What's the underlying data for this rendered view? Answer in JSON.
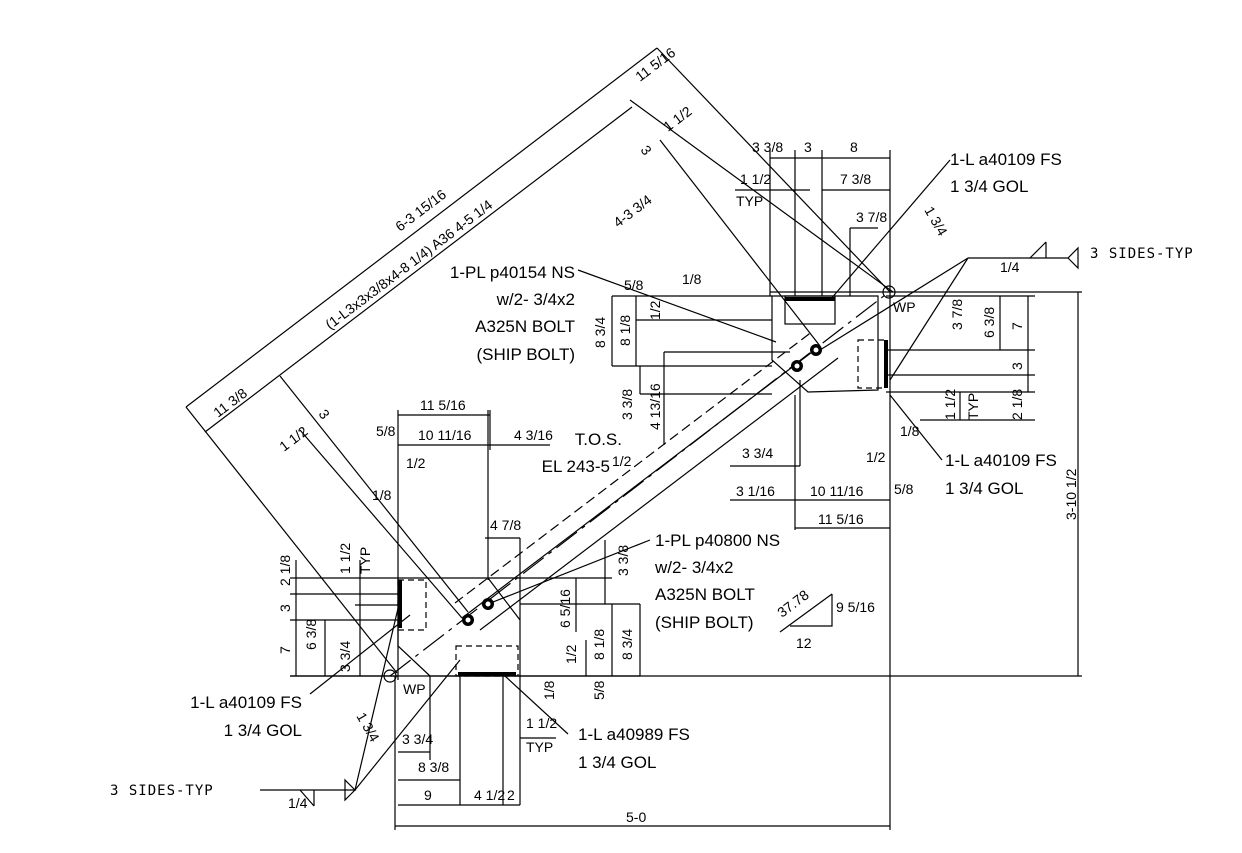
{
  "drawing": {
    "notes": {
      "tos": "T.O.S.",
      "elevation": "EL 243-5",
      "elevation_frac": "1/2",
      "member_desc": "(1-L3x3x3/8x4-8 1/4)  A36  4-5 1/4",
      "member_len": "6-3 15/16",
      "overall_diag": "11 5/16",
      "top_left_diag": "11 3/8",
      "slope": {
        "top": "37.78",
        "side": "9 5/16",
        "bottom": "12"
      }
    },
    "callouts": {
      "top_angle": [
        "1-L a40109 FS",
        "1 3/4 GOL"
      ],
      "plate_top": [
        "1-PL p40154 NS",
        "w/2- 3/4x2",
        "A325N BOLT",
        "(SHIP BOLT)"
      ],
      "right_angle": [
        "1-L a40109 FS",
        "1 3/4 GOL"
      ],
      "plate_bottom": [
        "1-PL p40800 NS",
        "w/2- 3/4x2",
        "A325N BOLT",
        "(SHIP BOLT)"
      ],
      "left_angle": [
        "1-L a40109 FS",
        "1 3/4 GOL"
      ],
      "bottom_angle": [
        "1-L a40989 FS",
        "1 3/4 GOL"
      ]
    },
    "welds": {
      "top": {
        "note": "3 SIDES-TYP",
        "size": "1/4"
      },
      "bottom": {
        "note": "3 SIDES-TYP",
        "size": "1/4"
      }
    },
    "workpoints": [
      "WP",
      "WP"
    ],
    "dims": {
      "top_3_3_8": "3 3/8",
      "top_3": "3",
      "top_8": "8",
      "top_1_1_2": "1 1/2",
      "typ": "TYP",
      "top_7_3_8": "7 3/8",
      "top_3_7_8": "3 7/8",
      "top_1_3_4": "1 3/4",
      "plate_5_8": "5/8",
      "plate_1_8": "1/8",
      "plate_1_2": "1/2",
      "left_8_3_4": "8 3/4",
      "left_8_1_8": "8 1/8",
      "left_3_3_8": "3 3/8",
      "left_4_13_16": "4 13/16",
      "right_3_7_8": "3 7/8",
      "right_6_3_8": "6 3/8",
      "right_7": "7",
      "right_3": "3",
      "right_1_1_2": "1 1/2",
      "right_2_1_8": "2 1/8",
      "right_1_8": "1/8",
      "right_1_2": "1/2",
      "right_5_8": "5/8",
      "mid_3_3_4": "3 3/4",
      "mid_3_1_16": "3 1/16",
      "mid_10_11_16": "10 11/16",
      "mid_11_5_16": "11 5/16",
      "overall_h": "3-10 1/2",
      "bl_11_5_16": "11 5/16",
      "bl_10_11_16": "10 11/16",
      "bl_4_3_16": "4 3/16",
      "bl_5_8": "5/8",
      "bl_1_2": "1/2",
      "bl_1_8": "1/8",
      "bl_4_7_8": "4 7/8",
      "bl_3_3_8": "3 3/8",
      "bl_6_5_16": "6 5/16",
      "bl_2_1_8": "2 1/8",
      "bl_1_1_2": "1 1/2",
      "bl_3": "3",
      "bl_6_3_8": "6 3/8",
      "bl_3_3_4": "3 3/4",
      "bl_7": "7",
      "bl_8_1_8": "8 1/8",
      "bl_8_3_4": "8 3/4",
      "bl_1_2b": "1/2",
      "bl_5_8b": "5/8",
      "bl_1_8b": "1/8",
      "bot_3_3_4": "3 3/4",
      "bot_8_3_8": "8 3/8",
      "bot_1_1_2": "1 1/2",
      "bot_9": "9",
      "bot_4_1_2": "4 1/2",
      "bot_2": "2",
      "overall_w": "5-0",
      "diag_3": "3",
      "diag_1_1_2": "1 1/2",
      "diag_4_3_3_4": "4-3 3/4",
      "diag_3b": "3",
      "diag_1_1_2b": "1 1/2",
      "left_1_3_4": "1 3/4"
    }
  }
}
